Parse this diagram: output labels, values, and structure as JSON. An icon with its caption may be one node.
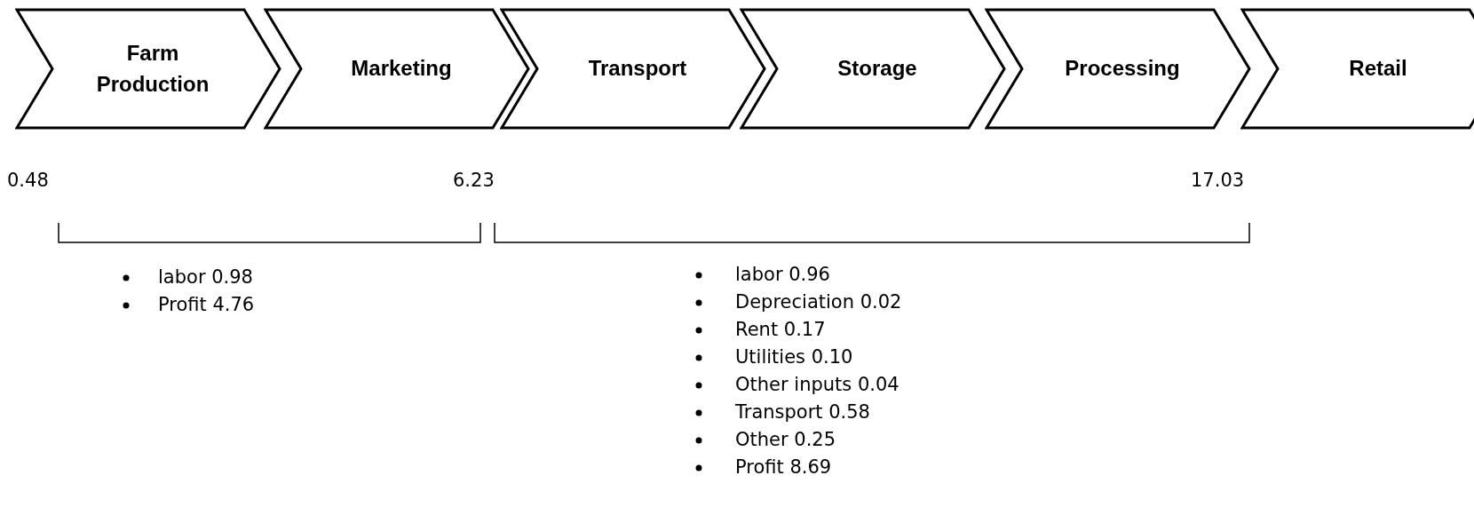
{
  "diagram": {
    "nodes": [
      {
        "text": [
          "Farm Production"
        ]
      },
      {
        "text": [
          "Marketing"
        ]
      },
      {
        "text": [
          "Transport"
        ]
      },
      {
        "text": [
          "Storage"
        ]
      },
      {
        "text": [
          "Processing"
        ]
      },
      {
        "text": [
          "Retail"
        ]
      }
    ],
    "labels": [
      "0.48",
      "6.23",
      "17.03",
      "labor 0.98",
      "Profit 4.76",
      "labor 0.96",
      "Depreciation 0.02",
      "Rent 0.17",
      "Utilities 0.10",
      "Other inputs 0.04",
      "Transport 0.58",
      "Other 0.25",
      "Profit 8.69"
    ]
  }
}
